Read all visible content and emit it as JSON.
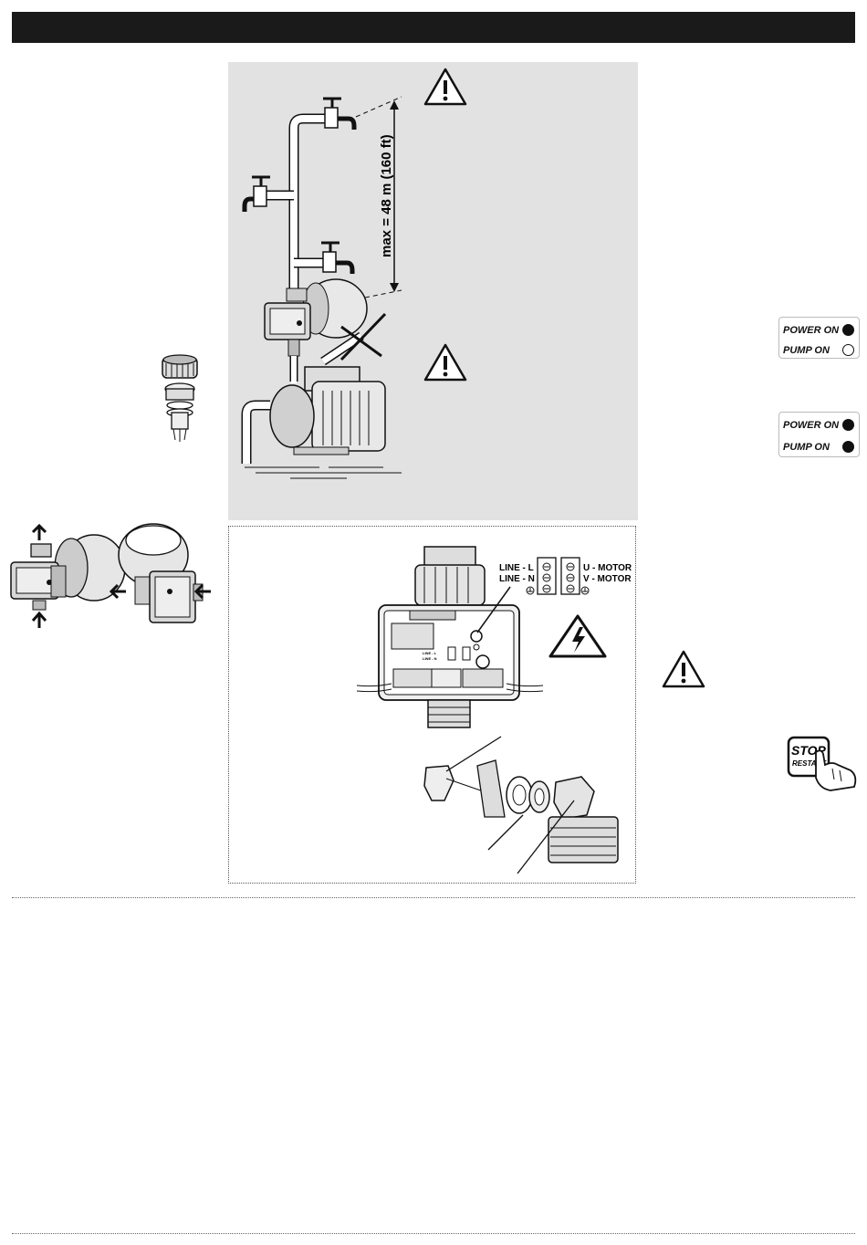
{
  "distance_label": "max = 48 m (160 ft)",
  "wiring": {
    "line_l": "LINE - L",
    "line_n": "LINE - N",
    "u_motor": "U - MOTOR",
    "v_motor": "V - MOTOR"
  },
  "indicators": [
    {
      "power_label": "POWER ON",
      "pump_label": "PUMP ON",
      "power_state": "on",
      "pump_state": "off"
    },
    {
      "power_label": "POWER ON",
      "pump_label": "PUMP ON",
      "power_state": "on",
      "pump_state": "on"
    }
  ],
  "stop_button": {
    "line1": "STOP",
    "line2": "RESTART"
  },
  "icons": [
    "warning-icon",
    "electric-hazard-icon",
    "tap-icon",
    "pump-icon",
    "controller-icon",
    "arrow-icon",
    "hand-icon"
  ]
}
